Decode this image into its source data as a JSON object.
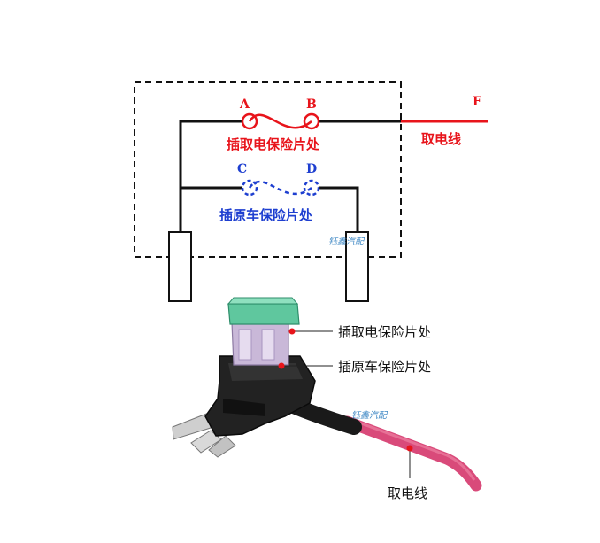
{
  "schematic": {
    "labels": {
      "a": "A",
      "b": "B",
      "c": "C",
      "d": "D",
      "e": "E"
    },
    "tap_fuse_text": "插取电保险片处",
    "original_fuse_text": "插原车保险片处",
    "power_wire_text": "取电线",
    "watermark": "钰鑫汽配"
  },
  "photo": {
    "callouts": {
      "tap_fuse": "插取电保险片处",
      "original_fuse": "插原车保险片处",
      "power_wire": "取电线"
    },
    "watermark": "钰鑫汽配"
  },
  "colors": {
    "red": "#e8141b",
    "blue": "#1e3fd0",
    "black": "#111111",
    "fuse_green": "#5fc79e",
    "fuse_lavender": "#c9b8d8",
    "wire_pink": "#d94a7a"
  }
}
